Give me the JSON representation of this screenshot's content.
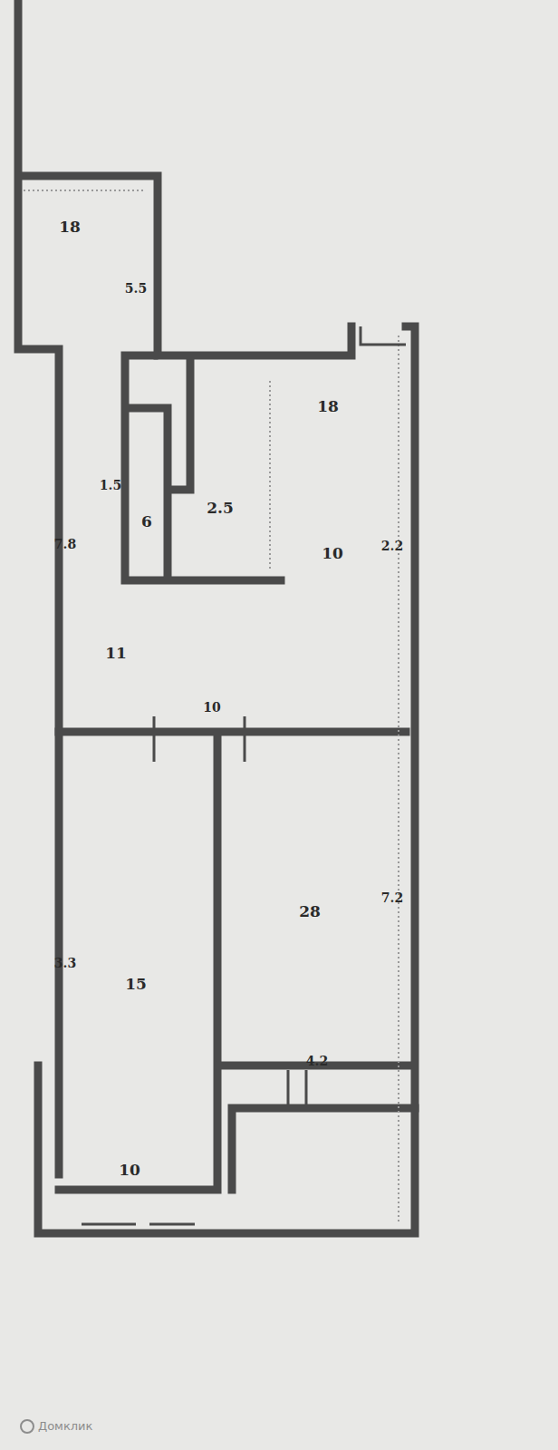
{
  "diagram": {
    "labels": [
      "18",
      "5.5",
      "18",
      "1.5",
      "6",
      "2.5",
      "10",
      "2.2",
      "7.8",
      "11",
      "10",
      "7.2",
      "28",
      "3.3",
      "15",
      "4.2",
      "10",
      "Домклик"
    ]
  }
}
